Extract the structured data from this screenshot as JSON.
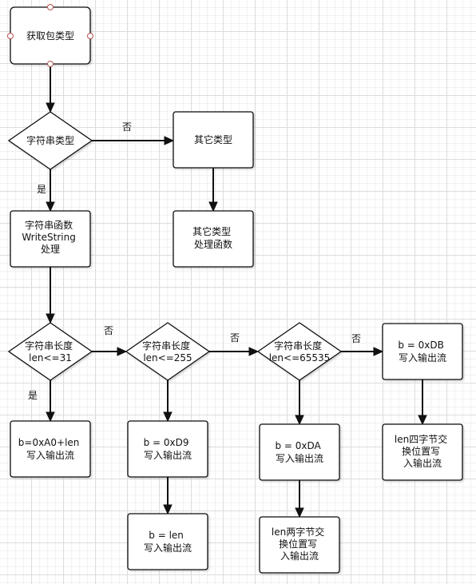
{
  "nodes": {
    "get_type": {
      "lines": [
        "获取包类型"
      ]
    },
    "is_string": {
      "lines": [
        "字符串类型"
      ]
    },
    "other_type": {
      "lines": [
        "其它类型"
      ]
    },
    "other_func": {
      "lines": [
        "其它类型",
        "处理函数"
      ]
    },
    "write_str": {
      "lines": [
        "字符串函数",
        "WriteString",
        "处理"
      ]
    },
    "len31": {
      "lines": [
        "字符串长度",
        "len<=31"
      ]
    },
    "len255": {
      "lines": [
        "字符串长度",
        "len<=255"
      ]
    },
    "len65535": {
      "lines": [
        "字符串长度",
        "len<=65535"
      ]
    },
    "write_a0": {
      "lines": [
        "b=0xA0+len",
        "写入输出流"
      ]
    },
    "write_d9": {
      "lines": [
        "b = 0xD9",
        "写入输出流"
      ]
    },
    "write_len1": {
      "lines": [
        "b = len",
        "写入输出流"
      ]
    },
    "write_da": {
      "lines": [
        "b = 0xDA",
        "写入输出流"
      ]
    },
    "write_len2": {
      "lines": [
        "len两字节交",
        "换位置写",
        "入输出流"
      ]
    },
    "write_db": {
      "lines": [
        "b = 0xDB",
        "写入输出流"
      ]
    },
    "write_len4": {
      "lines": [
        "len四字节交",
        "换位置写",
        "入输出流"
      ]
    }
  },
  "edge_labels": {
    "no": "否",
    "yes": "是"
  }
}
